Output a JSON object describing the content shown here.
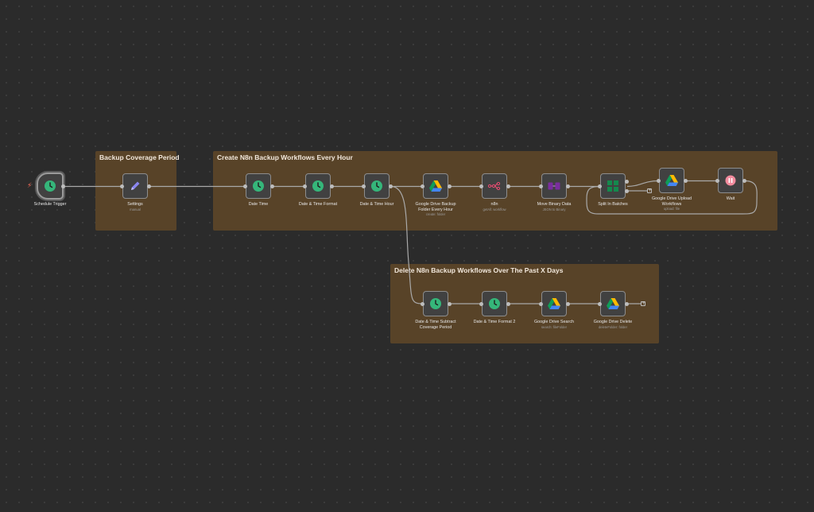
{
  "canvas": {
    "background": "#2b2b2b"
  },
  "groups": {
    "backup_coverage": {
      "title": "Backup Coverage Period"
    },
    "create_backup": {
      "title": "Create N8n Backup Workflows Every Hour"
    },
    "delete_backup": {
      "title": "Delete N8n Backup Workflows Over The Past X Days"
    }
  },
  "nodes": {
    "schedule_trigger": {
      "label": "Schedule Trigger",
      "icon": "clock-icon"
    },
    "settings": {
      "label": "Settings",
      "sub": "manual",
      "icon": "pencil-icon"
    },
    "date_time": {
      "label": "Date Time",
      "icon": "clock-icon"
    },
    "date_time_format": {
      "label": "Date & Time Format",
      "icon": "clock-icon"
    },
    "date_time_hour": {
      "label": "Date & Time Hour",
      "icon": "clock-icon"
    },
    "gdrive_backup_folder": {
      "label": "Google Drive Backup Folder Every Hour",
      "sub": "create: folder",
      "icon": "google-drive-icon"
    },
    "n8n": {
      "label": "n8n",
      "sub": "getAll: workflow",
      "icon": "n8n-icon"
    },
    "move_binary": {
      "label": "Move Binary Data",
      "sub": "JSON to Binary",
      "icon": "move-binary-icon"
    },
    "split_batches": {
      "label": "Split In Batches",
      "icon": "grid-icon"
    },
    "gdrive_upload": {
      "label": "Google Drive Upload Workflows",
      "sub": "upload: file",
      "icon": "google-drive-icon"
    },
    "wait": {
      "label": "Wait",
      "icon": "pause-icon"
    },
    "date_subtract": {
      "label": "Date & Time Subtract Coverage Period",
      "icon": "clock-icon"
    },
    "date_format2": {
      "label": "Date & Time Format 2",
      "icon": "clock-icon"
    },
    "gdrive_search": {
      "label": "Google Drive Search",
      "sub": "search: fileFolder",
      "icon": "google-drive-icon"
    },
    "gdrive_delete": {
      "label": "Google Drive Delete",
      "sub": "deleteFolder: folder",
      "icon": "google-drive-icon"
    }
  },
  "colors": {
    "group_bg": "#584328",
    "node_bg": "#414141",
    "clock_green": "#35b67a",
    "pencil_purple": "#8a86f0",
    "move_binary_purple": "#7a2d9f",
    "split_green": "#14894d",
    "wait_pink": "#f28b9d",
    "n8n_red": "#ea4b71",
    "trigger_bolt": "#ff6d5a"
  }
}
